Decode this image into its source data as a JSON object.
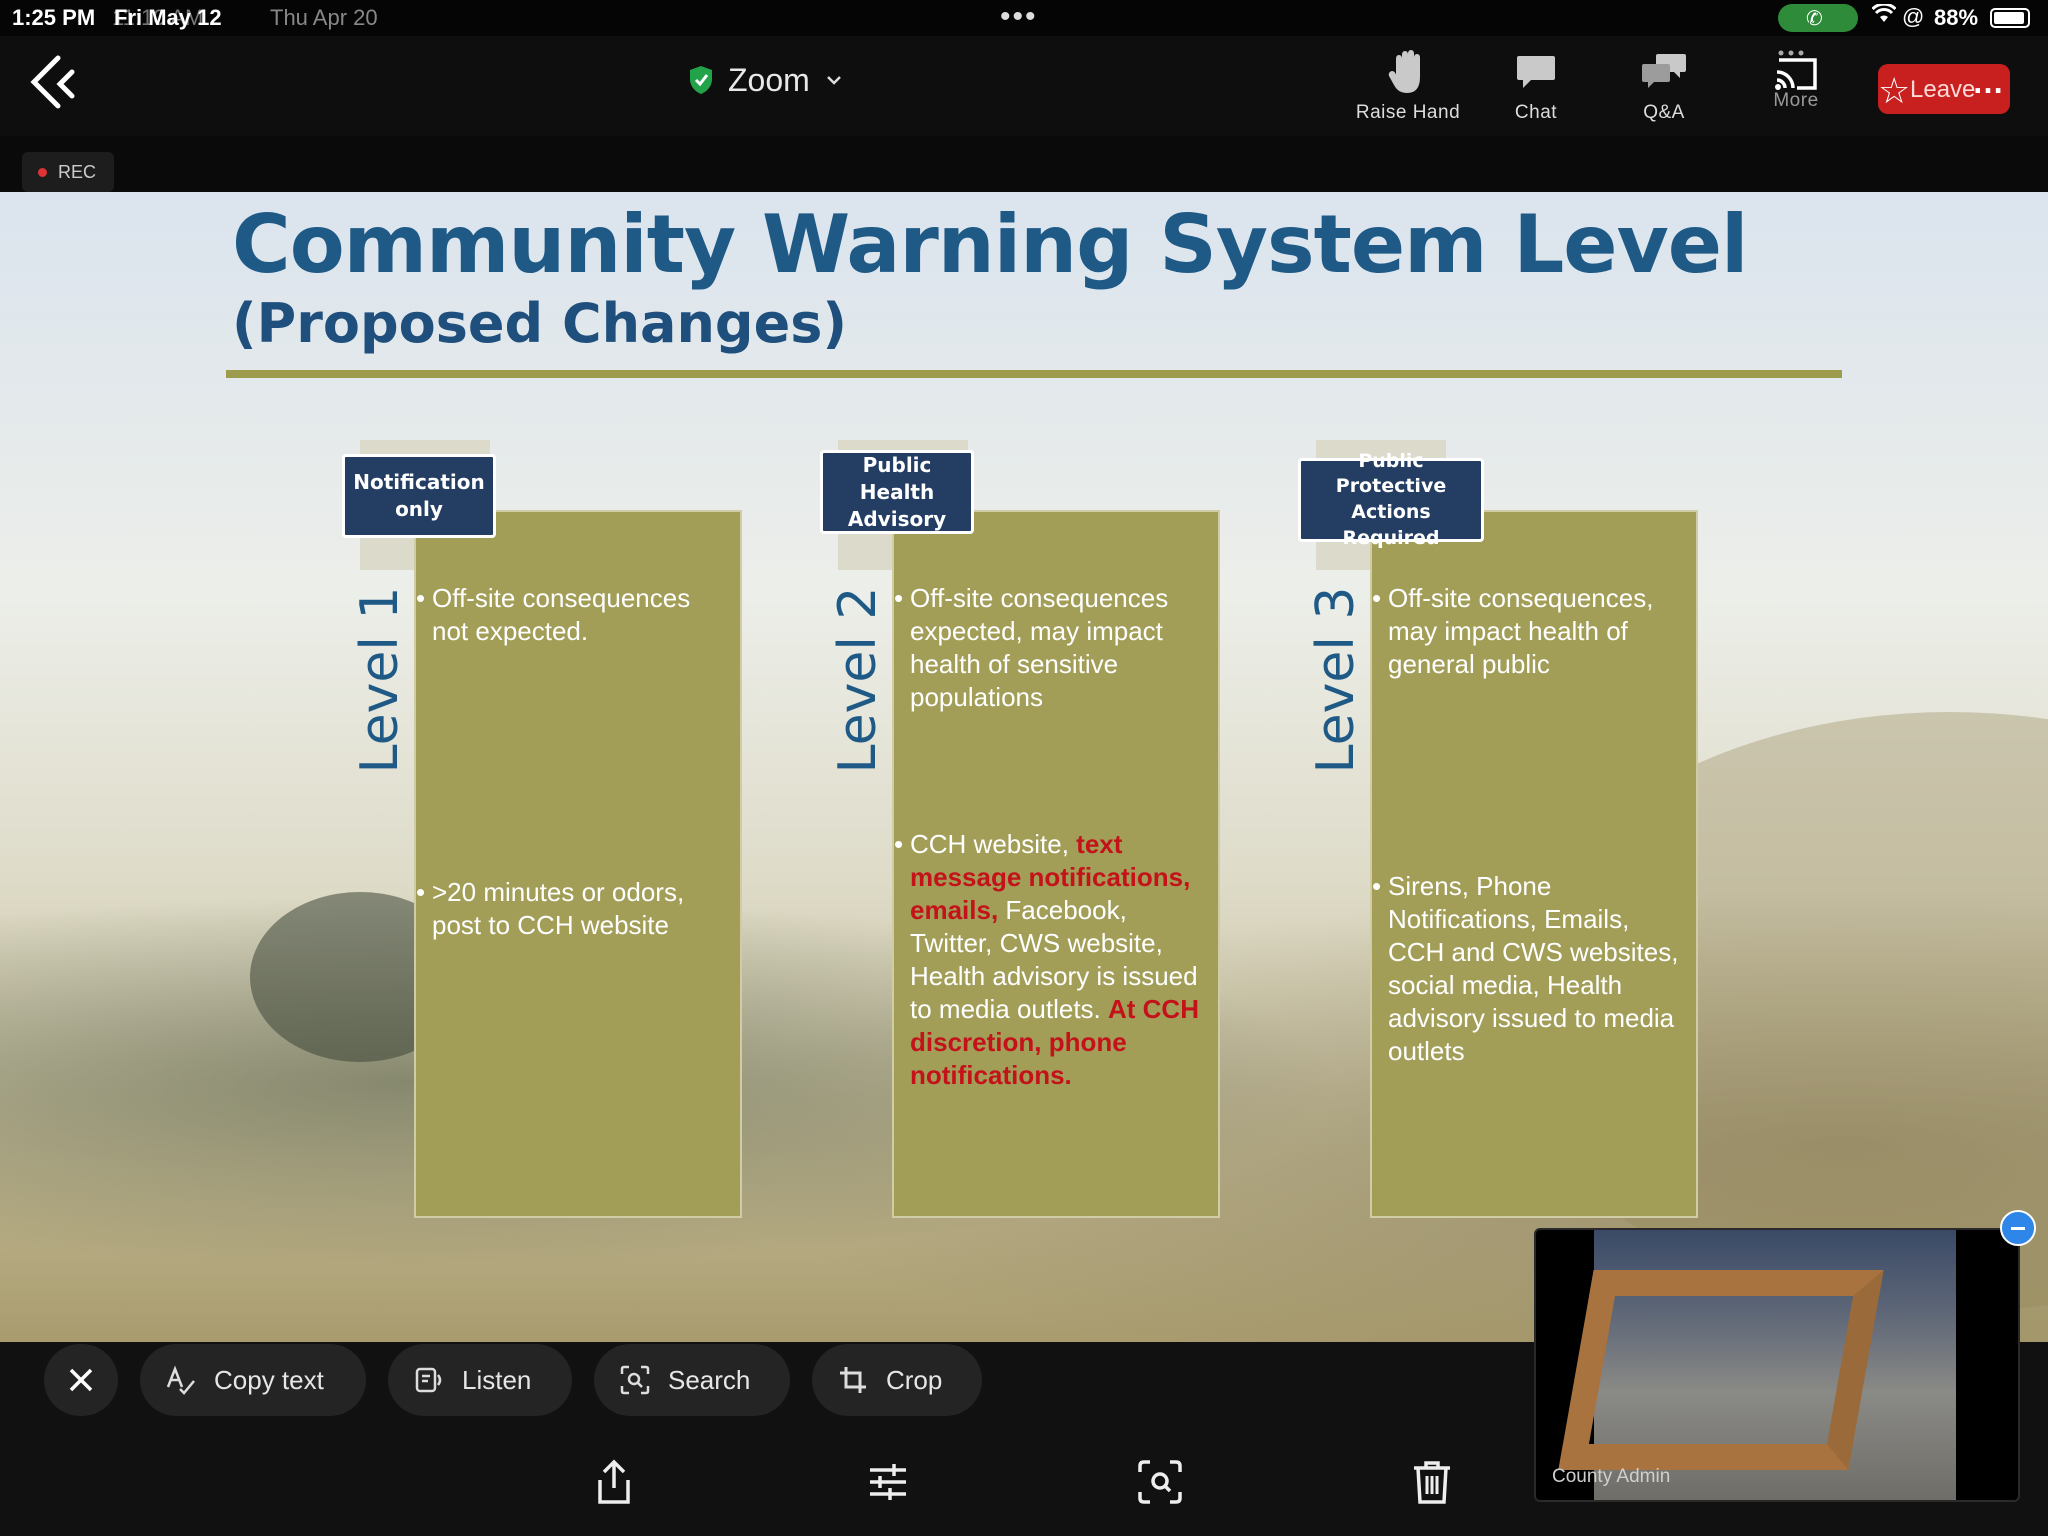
{
  "status_bar": {
    "time": "1:25 PM",
    "ghost_time": "11:10 AM",
    "date": "Fri May 12",
    "ghost_date": "Thu Apr 20",
    "battery": "88%"
  },
  "toolbar": {
    "title": "Zoom",
    "raise_hand": "Raise Hand",
    "chat": "Chat",
    "qa": "Q&A",
    "more": "More",
    "leave": "Leave"
  },
  "rec": "REC",
  "slide": {
    "title": "Community Warning System Level",
    "subtitle": "(Proposed Changes)",
    "levels": [
      {
        "tab": "Notification only",
        "level": "Level 1",
        "bullets": [
          {
            "text": "Off-site consequences not expected."
          },
          {
            "text": ">20 minutes or odors, post to CCH website"
          }
        ]
      },
      {
        "tab": "Public Health Advisory",
        "level": "Level 2",
        "bullets": [
          {
            "text": "Off-site consequences expected, may impact health of sensitive populations"
          },
          {
            "part1": "CCH website, ",
            "red1": "text message notifications,  emails,",
            "part2": " Facebook, Twitter, CWS website, Health advisory is issued to media outlets. ",
            "red2": "At CCH discretion, phone notifications."
          }
        ]
      },
      {
        "tab": "Public Protective Actions Required",
        "level": "Level 3",
        "bullets": [
          {
            "text": "Off-site consequences, may impact health of general public"
          },
          {
            "text": "Sirens, Phone Notifications,  Emails, CCH and CWS websites, social media, Health advisory issued to media outlets"
          }
        ]
      }
    ]
  },
  "bottom": {
    "copy_text": "Copy text",
    "listen": "Listen",
    "search": "Search",
    "crop": "Crop"
  },
  "video": {
    "participant": "County Admin"
  },
  "colors": {
    "slide_title": "#1f5a86",
    "tab_bg": "#233d63",
    "box_bg": "#a29e58",
    "rule": "#9d9b4e",
    "emphasis_red": "#c4121a",
    "leave_red": "#c8201f"
  }
}
